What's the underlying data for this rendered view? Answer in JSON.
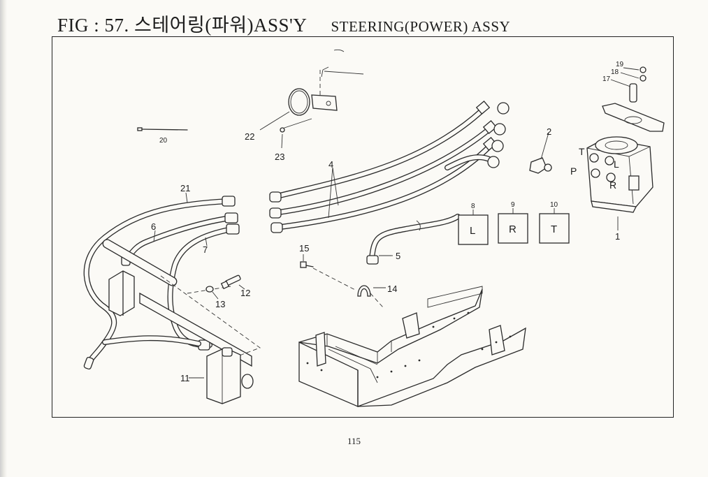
{
  "figure": {
    "title": "FIG : 57. 스테어링(파워)ASS'Y",
    "title_en": "STEERING(POWER) ASSY"
  },
  "callouts": {
    "p1": "1",
    "p2": "2",
    "p4": "4",
    "p5": "5",
    "p6": "6",
    "p7": "7",
    "p8": "8",
    "p9": "9",
    "p10": "10",
    "p11": "11",
    "p12": "12",
    "p13": "13",
    "p14": "14",
    "p15": "15",
    "p17": "17",
    "p18": "18",
    "p19": "19",
    "p20": "20",
    "p21": "21",
    "p22": "22",
    "p23": "23"
  },
  "ports": {
    "t": "T",
    "p": "P",
    "l": "L",
    "r": "R"
  },
  "label_boxes": {
    "l": "L",
    "r": "R",
    "t": "T"
  },
  "page_number": "115"
}
